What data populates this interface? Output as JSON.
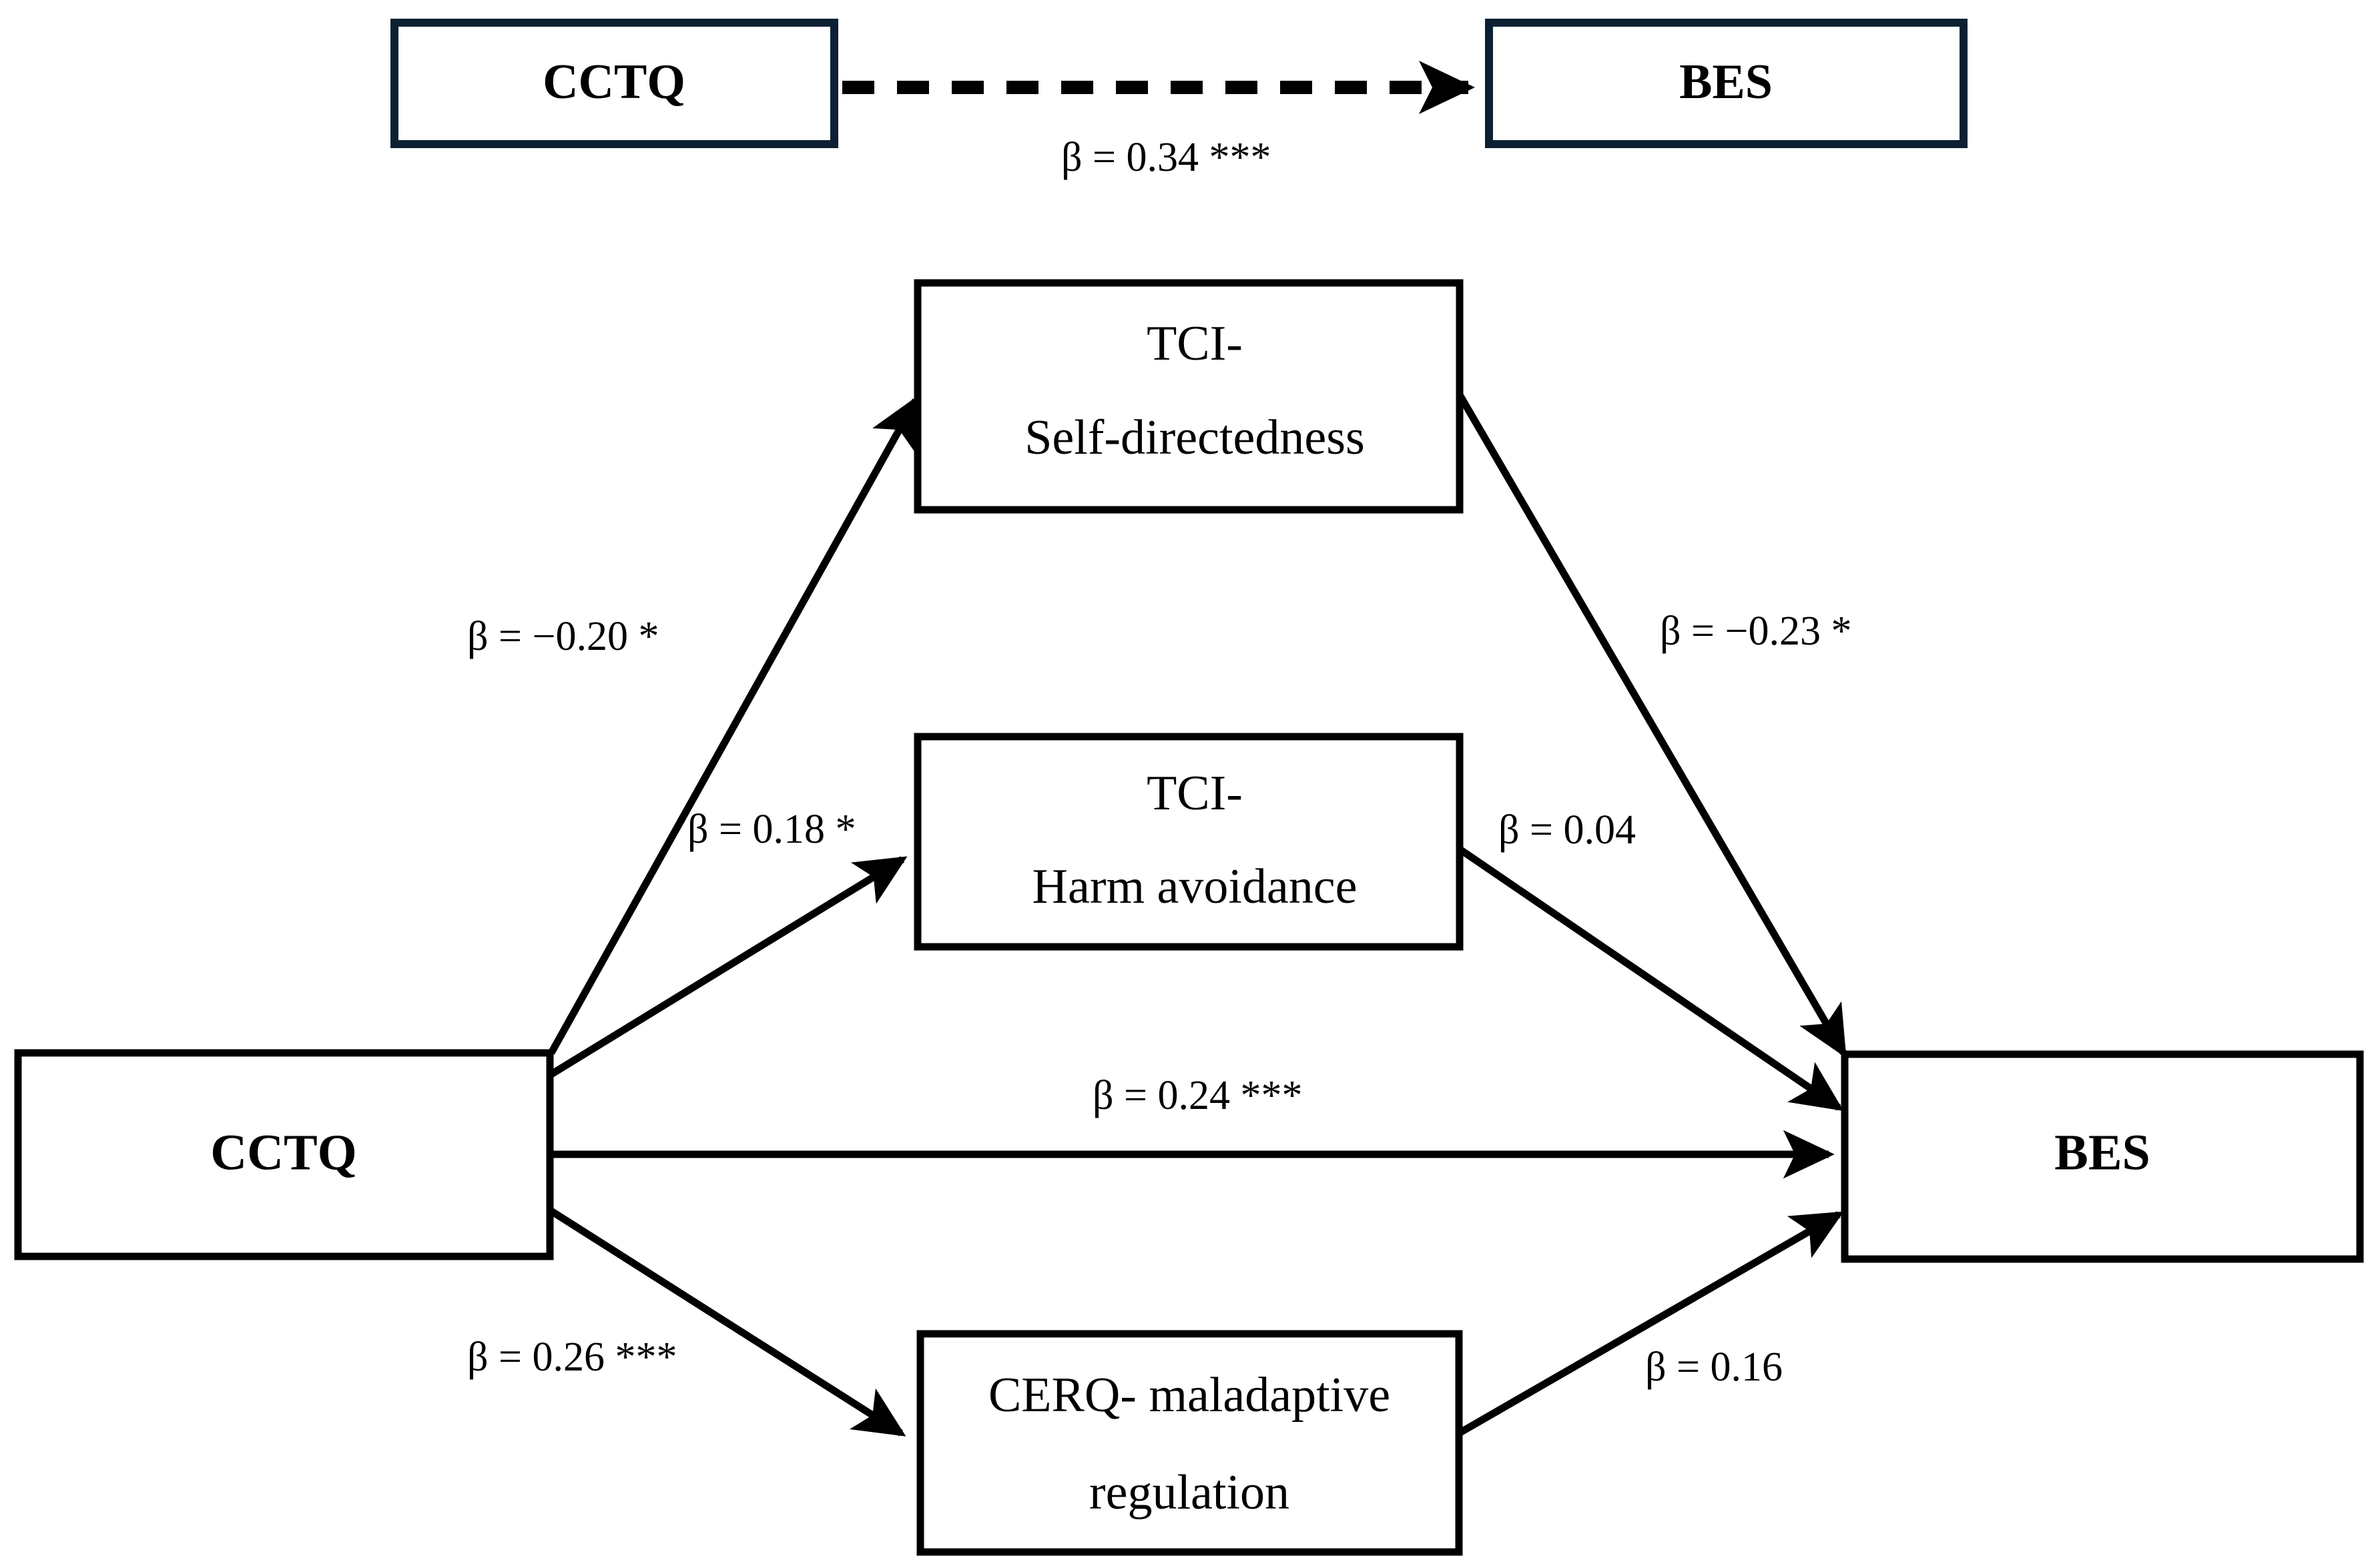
{
  "figure": {
    "type": "path-diagram",
    "title": "",
    "background": "#ffffff",
    "colors": {
      "navy_border": "#0b2133",
      "black_border": "#000000",
      "line": "#000000",
      "text": "#000000"
    }
  },
  "upper_model": {
    "nodes": [
      {
        "id": "cctq-top",
        "label": "CCTQ",
        "border": "#0b2133",
        "bold": true
      },
      {
        "id": "bes-top",
        "label": "BES",
        "border": "#0b2133",
        "bold": true
      }
    ],
    "edges": [
      {
        "id": "cctq-to-bes-total",
        "from": "cctq-top",
        "to": "bes-top",
        "label": "β = 0.34 ***",
        "beta": 0.34,
        "significance": "***",
        "style": "dashed"
      }
    ]
  },
  "lower_model": {
    "nodes": [
      {
        "id": "cctq-bottom",
        "label": "CCTQ",
        "border": "#000000",
        "bold": true
      },
      {
        "id": "tci-self-directedness",
        "label_line1": "TCI-",
        "label_line2": "Self-directedness",
        "border": "#000000",
        "bold": false
      },
      {
        "id": "tci-harm-avoidance",
        "label_line1": "TCI-",
        "label_line2": "Harm avoidance",
        "border": "#000000",
        "bold": false
      },
      {
        "id": "cerq-maladaptive",
        "label_line1": "CERQ- maladaptive",
        "label_line2": "regulation",
        "border": "#000000",
        "bold": false
      },
      {
        "id": "bes-bottom",
        "label": "BES",
        "border": "#000000",
        "bold": true
      }
    ],
    "edges": [
      {
        "id": "cctq-to-selfdirectedness",
        "from": "cctq-bottom",
        "to": "tci-self-directedness",
        "label": "β = −0.20 *",
        "beta": -0.2,
        "significance": "*",
        "style": "solid"
      },
      {
        "id": "selfdirectedness-to-bes",
        "from": "tci-self-directedness",
        "to": "bes-bottom",
        "label": "β = −0.23 *",
        "beta": -0.23,
        "significance": "*",
        "style": "solid"
      },
      {
        "id": "cctq-to-harmavoidance",
        "from": "cctq-bottom",
        "to": "tci-harm-avoidance",
        "label": "β = 0.18 *",
        "beta": 0.18,
        "significance": "*",
        "style": "solid"
      },
      {
        "id": "harmavoidance-to-bes",
        "from": "tci-harm-avoidance",
        "to": "bes-bottom",
        "label": "β = 0.04",
        "beta": 0.04,
        "significance": "",
        "style": "solid"
      },
      {
        "id": "cctq-to-bes-direct",
        "from": "cctq-bottom",
        "to": "bes-bottom",
        "label": "β = 0.24 ***",
        "beta": 0.24,
        "significance": "***",
        "style": "solid"
      },
      {
        "id": "cctq-to-cerq",
        "from": "cctq-bottom",
        "to": "cerq-maladaptive",
        "label": "β = 0.26 ***",
        "beta": 0.26,
        "significance": "***",
        "style": "solid"
      },
      {
        "id": "cerq-to-bes",
        "from": "cerq-maladaptive",
        "to": "bes-bottom",
        "label": "β = 0.16",
        "beta": 0.16,
        "significance": "",
        "style": "solid"
      }
    ]
  }
}
